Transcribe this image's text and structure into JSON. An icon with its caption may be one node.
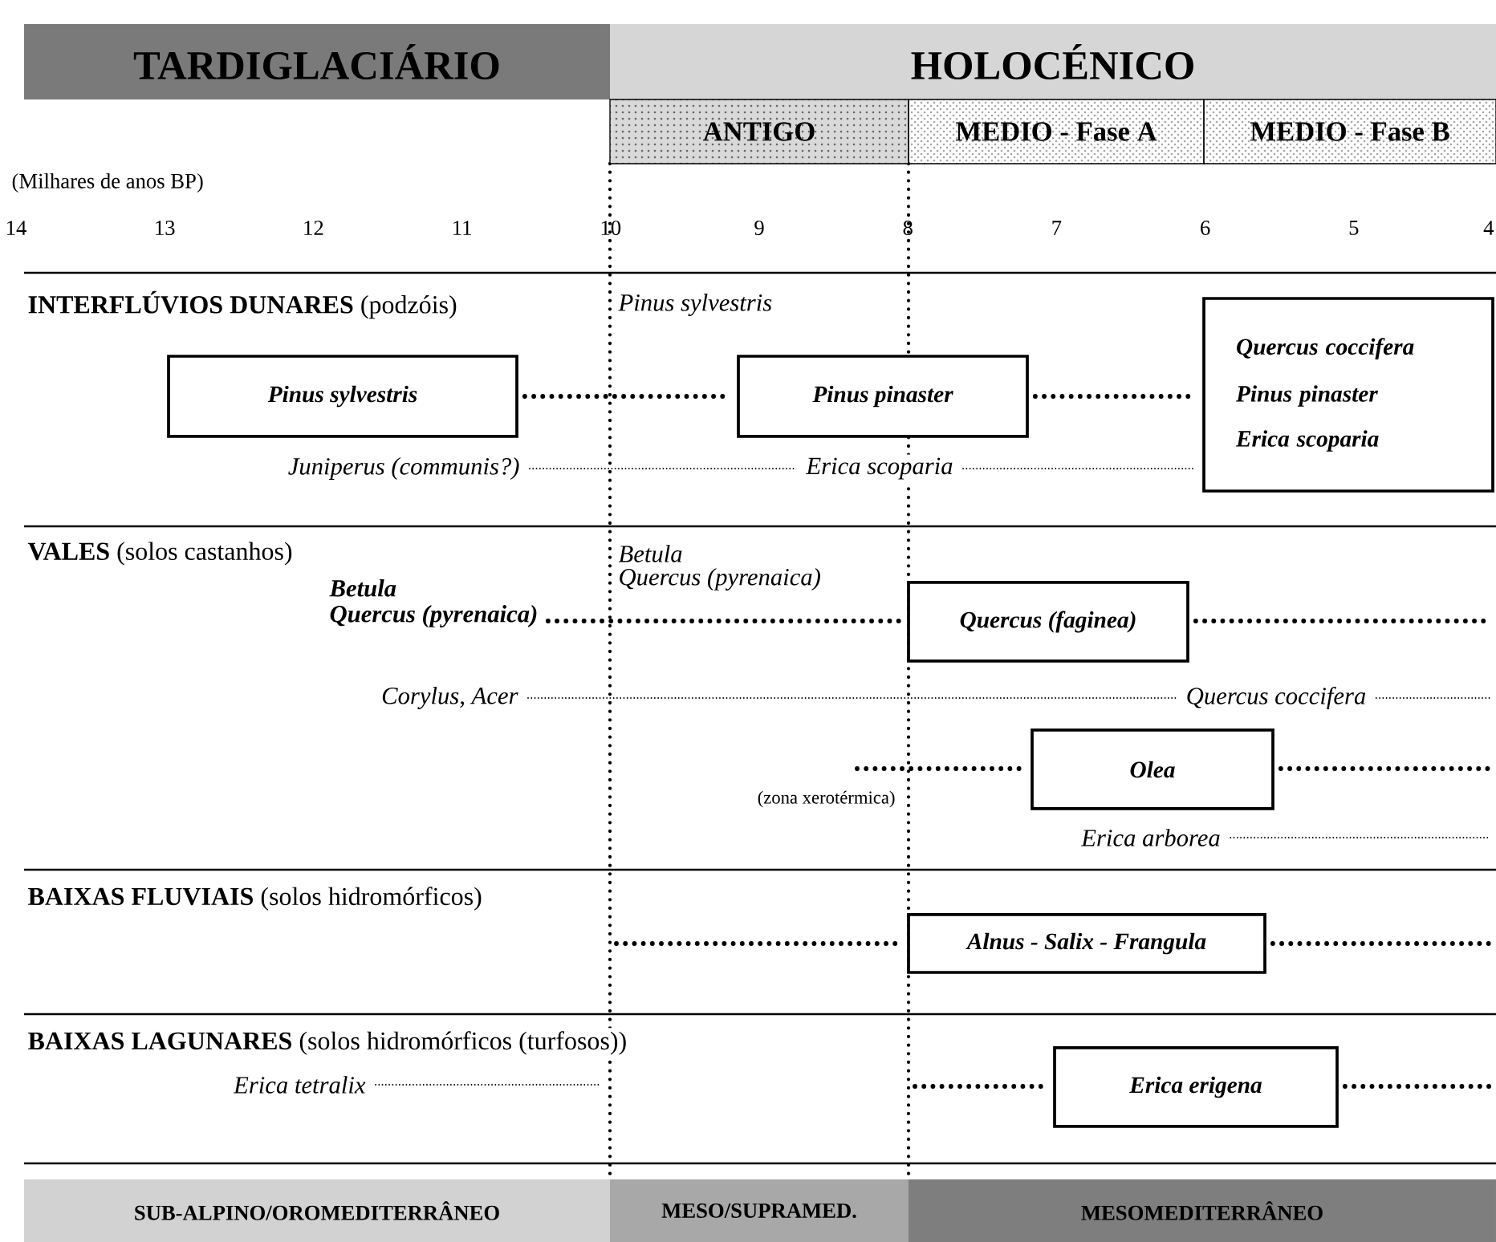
{
  "diagram": {
    "nodes": [
      {
        "text": [
          "TARDIGLACIÁRIO"
        ]
      },
      {
        "text": [
          "HOLOCÉNICO"
        ]
      },
      {
        "text": [
          "ANTIGO"
        ]
      },
      {
        "text": [
          "MEDIO - Fase A"
        ]
      },
      {
        "text": [
          "MEDIO - Fase B"
        ]
      },
      {
        "text": [
          "Pinus sylvestris"
        ]
      },
      {
        "text": [
          "Pinus pinaster"
        ]
      },
      {
        "text": [
          "Quercus coccifera",
          "Pinus pinaster",
          "Erica scoparia"
        ]
      },
      {
        "text": [
          "Quercus (faginea)"
        ]
      },
      {
        "text": [
          "Olea"
        ]
      },
      {
        "text": [
          "Alnus - Salix - Frangula"
        ]
      },
      {
        "text": [
          "Erica erigena"
        ]
      },
      {
        "text": [
          "SUB-ALPINO/OROMEDITERRÂNEO"
        ]
      },
      {
        "text": [
          "MESO/SUPRAMED."
        ]
      },
      {
        "text": [
          "MESOMEDITERRÂNEO"
        ]
      },
      {
        "text": [
          "Juniperus (communis?)"
        ]
      },
      {
        "text": [
          "Erica scoparia"
        ]
      },
      {
        "text": [
          "Betula",
          "Quercus (pyrenaica)"
        ]
      },
      {
        "text": [
          "Corylus, Acer"
        ]
      },
      {
        "text": [
          "Quercus coccifera"
        ]
      },
      {
        "text": [
          "Erica arborea"
        ]
      },
      {
        "text": [
          "Erica tetralix"
        ]
      }
    ],
    "edges": [
      {
        "from": 5,
        "to": 6,
        "arrow": "none",
        "style": "dashed"
      },
      {
        "from": 6,
        "to": 7,
        "arrow": "none",
        "style": "dashed"
      },
      {
        "from": 15,
        "to": 16,
        "arrow": "none"
      },
      {
        "from": 16,
        "to": 7,
        "arrow": "none"
      },
      {
        "from": 17,
        "to": 8,
        "arrow": "none",
        "style": "dashed"
      },
      {
        "from": 8,
        "to": null,
        "arrow": "none",
        "style": "dashed"
      },
      {
        "from": 18,
        "to": 19,
        "arrow": "none"
      },
      {
        "from": 19,
        "to": null,
        "arrow": "none"
      },
      {
        "from": null,
        "to": 9,
        "arrow": "none",
        "style": "dashed"
      },
      {
        "from": 9,
        "to": null,
        "arrow": "none",
        "style": "dashed"
      },
      {
        "from": 20,
        "to": null,
        "arrow": "none"
      },
      {
        "from": null,
        "to": 10,
        "arrow": "none",
        "style": "dashed"
      },
      {
        "from": 10,
        "to": null,
        "arrow": "none",
        "style": "dashed"
      },
      {
        "from": null,
        "to": 11,
        "arrow": "none",
        "style": "dashed"
      },
      {
        "from": 11,
        "to": null,
        "arrow": "none",
        "style": "dashed"
      },
      {
        "from": 21,
        "to": null,
        "arrow": "none"
      }
    ],
    "labels": [
      "(Milhares de anos BP)",
      "14",
      "13",
      "12",
      "11",
      "10",
      "9",
      "8",
      "7",
      "6",
      "5",
      "4",
      "**INTERFLÚVIOS DUNARES** (podzóis)",
      "Pinus sylvestris",
      "**VALES** (solos castanhos)",
      "Betula",
      "Quercus (pyrenaica)",
      "(zona xerotérmica)",
      "**BAIXAS FLUVIAIS** (solos hidromórficos)",
      "**BAIXAS LAGUNARES** (solos hidromórficos (turfosos))"
    ]
  }
}
